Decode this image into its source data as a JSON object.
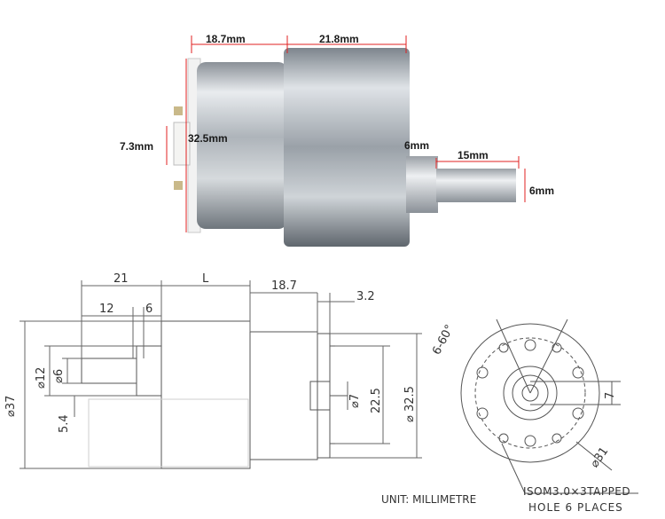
{
  "photo_dims": {
    "motor_body_length": "18.7mm",
    "gearbox_length": "21.8mm",
    "terminal_width": "7.3mm",
    "motor_diameter": "32.5mm",
    "boss_height": "6mm",
    "shaft_length": "15mm",
    "shaft_diameter": "6mm"
  },
  "drawing": {
    "side_view": {
      "dim_21": "21",
      "dim_L": "L",
      "dim_18_7": "18.7",
      "dim_3_2": "3.2",
      "dim_12": "12",
      "dim_6_top": "6",
      "dim_d37": "⌀37",
      "dim_d12": "⌀12",
      "dim_d6": "⌀6",
      "dim_5_4": "5.4",
      "dim_d7": "⌀7",
      "dim_22_5": "22.5",
      "dim_d32_5": "⌀ 32.5"
    },
    "end_view": {
      "dim_angle": "6-60°",
      "dim_7": "7",
      "dim_d31": "⌀31",
      "note_line1": "ISOM3.0×3TAPPED",
      "note_line2": "HOLE 6 PLACES"
    },
    "unit_note": "UNIT: MILLIMETRE"
  }
}
